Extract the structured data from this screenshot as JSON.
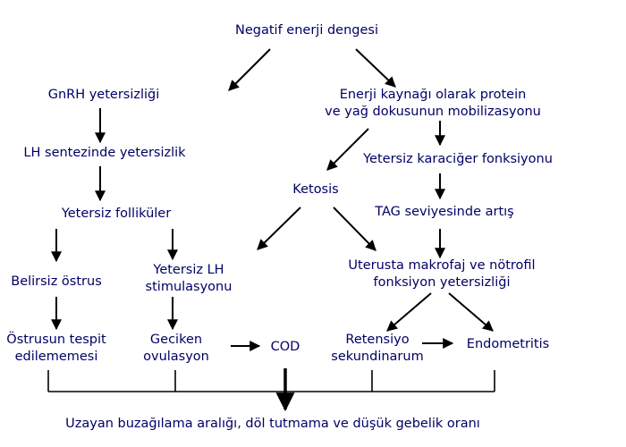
{
  "colors": {
    "text": "#000066",
    "arrow": "#000000"
  },
  "nodes": {
    "negatif_enerji": "Negatif enerji dengesi",
    "gnrh": "GnRH yetersizliği",
    "lh_sentez": "LH sentezinde yetersizlik",
    "yetersiz_follikuler": "Yetersiz folliküler",
    "belirsiz_ostrus": "Belirsiz östrus",
    "yetersiz_lh": {
      "line1": "Yetersiz LH",
      "line2": "stimulasyonu"
    },
    "ostrus_tespit": {
      "line1": "Östrusun tespit",
      "line2": "edilememesi"
    },
    "geciken_ovulasyon": {
      "line1": "Geciken",
      "line2": "ovulasyon"
    },
    "cod": "COD",
    "enerji_kaynagi": {
      "line1": "Enerji kaynağı olarak protein",
      "line2": "ve yağ dokusunun mobilizasyonu"
    },
    "ketosis": "Ketosis",
    "karaciger": "Yetersiz karaciğer fonksiyonu",
    "tag": "TAG seviyesinde artış",
    "uterusta": {
      "line1": "Uterusta makrofaj ve nötrofil",
      "line2": "fonksiyon yetersizliği"
    },
    "retensiyo": {
      "line1": "Retensiyo",
      "line2": "sekundinarum"
    },
    "endometritis": "Endometritis",
    "uzayan": "Uzayan buzağılama aralığı, döl tutmama ve düşük gebelik oranı"
  }
}
